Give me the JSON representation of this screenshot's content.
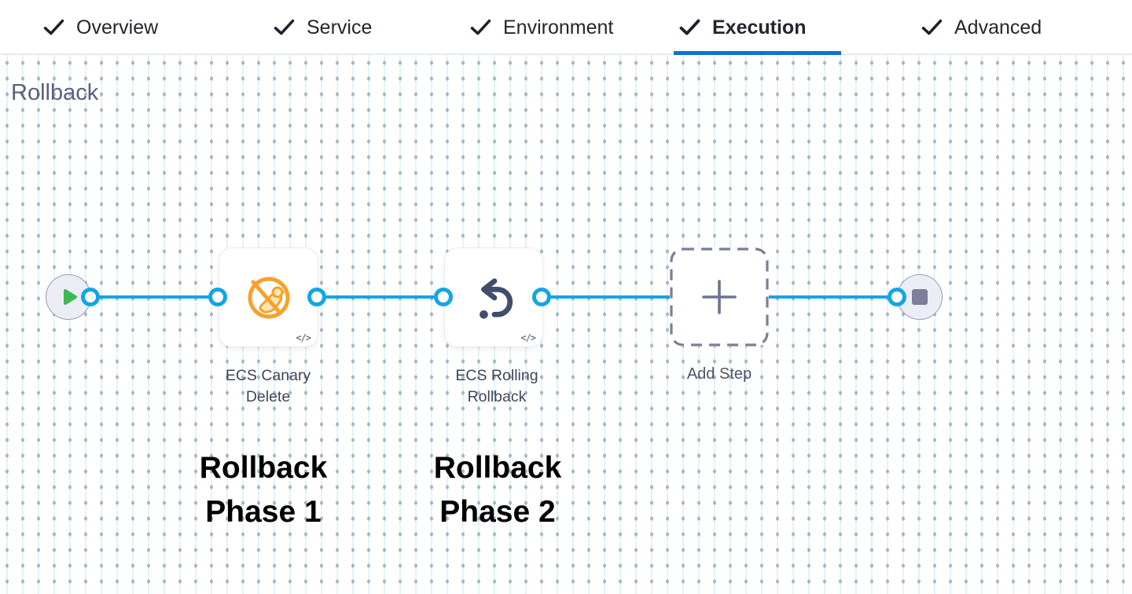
{
  "tabs": {
    "items": [
      {
        "label": "Overview",
        "checked": true,
        "active": false
      },
      {
        "label": "Service",
        "checked": true,
        "active": false
      },
      {
        "label": "Environment",
        "checked": true,
        "active": false
      },
      {
        "label": "Execution",
        "checked": true,
        "active": true
      },
      {
        "label": "Advanced",
        "checked": true,
        "active": false
      }
    ]
  },
  "section": {
    "title": "Rollback"
  },
  "pipeline": {
    "start_node": "start",
    "end_node": "stop",
    "steps": [
      {
        "label": "ECS Canary Delete",
        "icon": "ecs-canary-delete-icon",
        "code_badge": "</>"
      },
      {
        "label": "ECS Rolling Rollback",
        "icon": "ecs-rolling-rollback-icon",
        "code_badge": "</>"
      }
    ],
    "add_step_label": "Add Step"
  },
  "annotations": [
    {
      "line1": "Rollback",
      "line2": "Phase 1"
    },
    {
      "line1": "Rollback",
      "line2": "Phase 2"
    }
  ],
  "colors": {
    "accent_blue": "#0d72d2",
    "edge_blue": "#12a6e4",
    "canary_orange": "#f9a02b",
    "play_green": "#3eba55",
    "node_slate": "#414d6d",
    "title_gray": "#5a5f7d"
  }
}
